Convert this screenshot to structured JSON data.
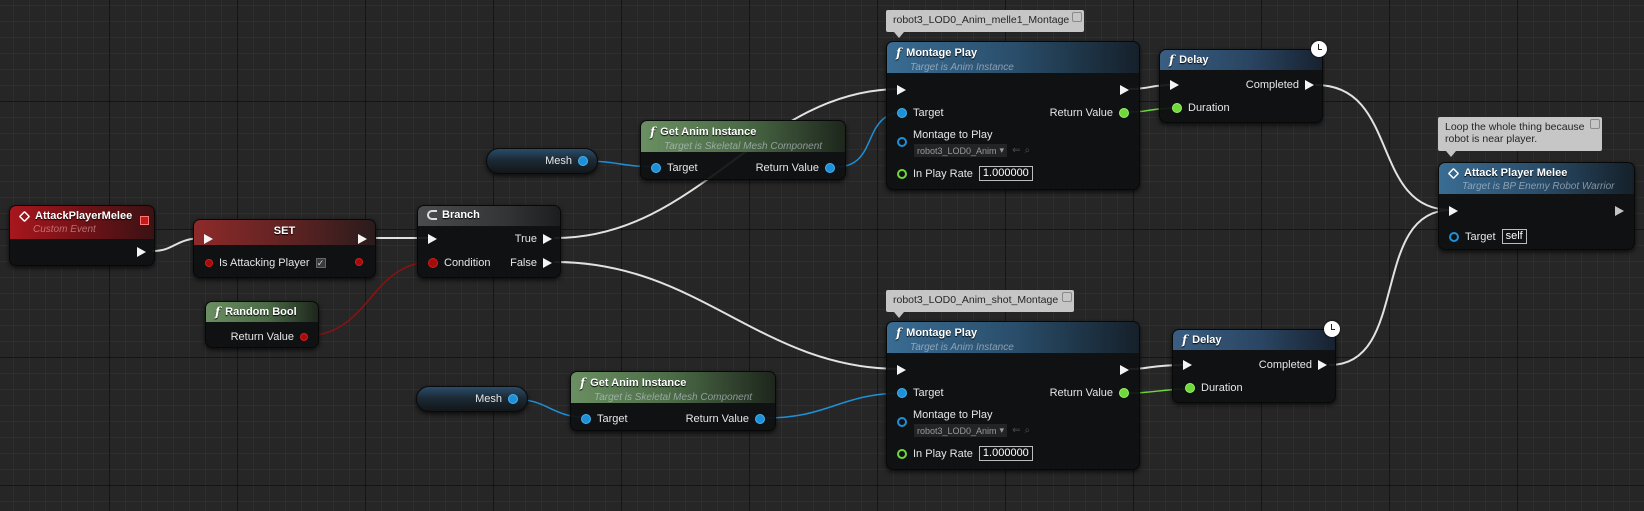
{
  "nodes": {
    "custom_event": {
      "title": "AttackPlayerMelee",
      "subtitle": "Custom Event"
    },
    "set_node": {
      "title": "SET",
      "pin_label": "Is Attacking Player"
    },
    "branch": {
      "title": "Branch",
      "condition_label": "Condition",
      "true_label": "True",
      "false_label": "False"
    },
    "random_bool": {
      "title": "Random Bool",
      "return_label": "Return Value"
    },
    "mesh_top": {
      "label": "Mesh"
    },
    "mesh_bottom": {
      "label": "Mesh"
    },
    "get_anim_top": {
      "title": "Get Anim Instance",
      "subtitle": "Target is Skeletal Mesh Component",
      "target_label": "Target",
      "return_label": "Return Value"
    },
    "get_anim_bottom": {
      "title": "Get Anim Instance",
      "subtitle": "Target is Skeletal Mesh Component",
      "target_label": "Target",
      "return_label": "Return Value"
    },
    "montage_top": {
      "comment": "robot3_LOD0_Anim_melle1_Montage",
      "title": "Montage Play",
      "subtitle": "Target is Anim Instance",
      "target_label": "Target",
      "return_label": "Return Value",
      "montage_label": "Montage to Play",
      "montage_value": "robot3_LOD0_Anim",
      "rate_label": "In Play Rate",
      "rate_value": "1.000000"
    },
    "montage_bottom": {
      "comment": "robot3_LOD0_Anim_shot_Montage",
      "title": "Montage Play",
      "subtitle": "Target is Anim Instance",
      "target_label": "Target",
      "return_label": "Return Value",
      "montage_label": "Montage to Play",
      "montage_value": "robot3_LOD0_Anim",
      "rate_label": "In Play Rate",
      "rate_value": "1.000000"
    },
    "delay_top": {
      "title": "Delay",
      "completed_label": "Completed",
      "duration_label": "Duration"
    },
    "delay_bottom": {
      "title": "Delay",
      "completed_label": "Completed",
      "duration_label": "Duration"
    },
    "attack_call": {
      "comment_line1": "Loop the whole thing because",
      "comment_line2": "robot is near player.",
      "title": "Attack Player Melee",
      "subtitle": "Target is BP Enemy Robot Warrior",
      "target_label": "Target",
      "target_value": "self"
    }
  },
  "glyphs": {
    "function": "f",
    "check": "✓",
    "dropdown_arrow": "▾",
    "arrow_left": "⇐",
    "search": "⌕"
  },
  "colors": {
    "exec_wire": "#e6e6e6",
    "object_wire": "#1e90d8",
    "float_wire": "#6fd83a",
    "bool_wire": "#9a1010",
    "event_header": "#a8161d",
    "function_header": "#3a6c93",
    "pure_header": "#6a8f62",
    "bool_pin": "#a40b0b"
  }
}
